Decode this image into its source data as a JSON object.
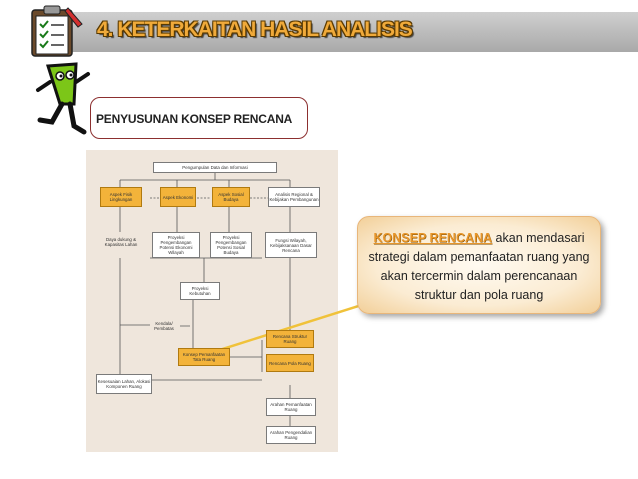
{
  "title": "4. KETERKAITAN HASIL ANALISIS",
  "subtitle": "PENYUSUNAN KONSEP RENCANA",
  "callout": {
    "keyword": "KONSEP RENCANA",
    "text": " akan mendasari strategi dalam pemanfaatan ruang yang akan tercermin dalam perencanaan struktur dan pola ruang"
  },
  "diagram": {
    "nodes": {
      "pengumpulan": "Pengumpulan Data dan Informasi",
      "aspek_fisik": "Aspek Fisik Lingkungan",
      "aspek_ekonomi": "Aspek Ekonomi",
      "aspek_sosial": "Aspek Sosial Budaya",
      "analisis_regional": "Analisis Regional & Kebijakan Pembangunan",
      "daya_dukung": "Daya dukung & Kapasitas Lahan",
      "proyeksi_ekonomi": "Proyeksi Pengembangan Potensi Ekonomi Wilayah",
      "proyeksi_sosial": "Proyeksi Pengembangan Potensi Sosial Budaya",
      "fungsi_wilayah": "Fungsi Wilayah, Kebijaksanaan Dasar Rencana",
      "proyeksi_kebutuhan": "Proyeksi Kebutuhan",
      "kendala": "Kendala/ Pembatas",
      "konsep": "Konsep Pemanfaatan Tata Ruang",
      "rencana_struktur": "Rencana Struktur Ruang",
      "rencana_pola": "Rencana Pola Ruang",
      "kesesuaian": "Kesesuaian Lahan, Alokasi Komponen Ruang",
      "arahan_pemanfaatan": "Arahan Pemanfaatan Ruang",
      "arahan_pengendalian": "Arahan Pengendalian Ruang"
    }
  },
  "colors": {
    "title": "#f0aa3a",
    "node_orange": "#f3b33a",
    "callout_keyword": "#e8962a",
    "diagram_bg": "#efe6dc"
  }
}
